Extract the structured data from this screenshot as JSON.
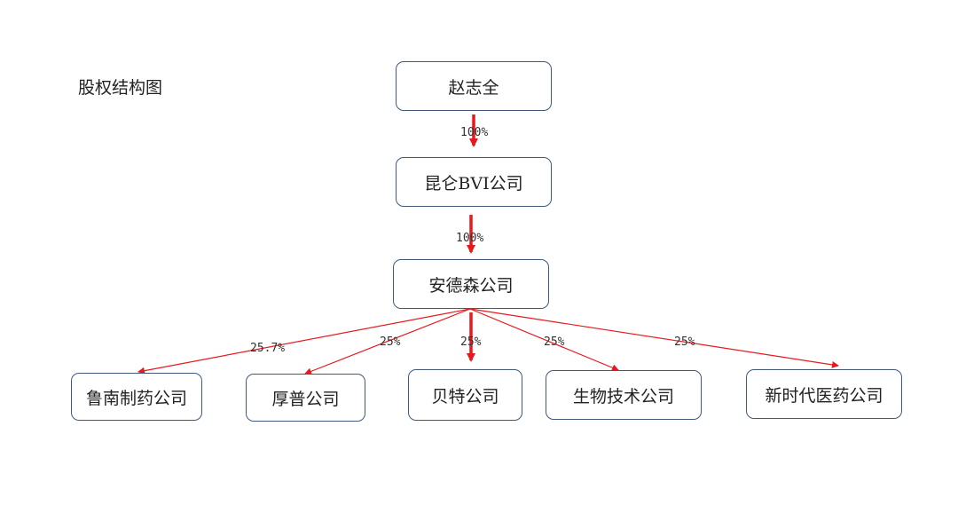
{
  "title": "股权结构图",
  "nodes": {
    "zhao": "赵志全",
    "kunlun": "昆仑BVI公司",
    "andesen": "安德森公司",
    "lunan": "鲁南制药公司",
    "houpu": "厚普公司",
    "beite": "贝特公司",
    "shengwu": "生物技术公司",
    "xinshidai": "新时代医药公司"
  },
  "edges": [
    {
      "from": "zhao",
      "to": "kunlun",
      "label": "100%"
    },
    {
      "from": "kunlun",
      "to": "andesen",
      "label": "100%"
    },
    {
      "from": "andesen",
      "to": "lunan",
      "label": "25.7%"
    },
    {
      "from": "andesen",
      "to": "houpu",
      "label": "25%"
    },
    {
      "from": "andesen",
      "to": "beite",
      "label": "25%"
    },
    {
      "from": "andesen",
      "to": "shengwu",
      "label": "25%"
    },
    {
      "from": "andesen",
      "to": "xinshidai",
      "label": "25%"
    }
  ],
  "colors": {
    "edge": "#e8191e",
    "node_border": "#41597a"
  }
}
